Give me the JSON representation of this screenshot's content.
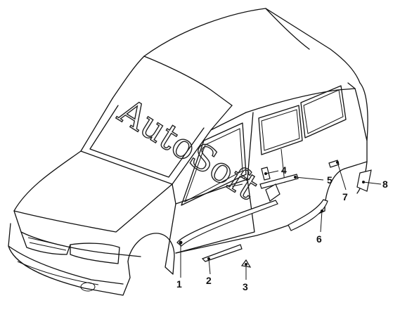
{
  "watermark": "AutoSoft",
  "callouts": [
    {
      "id": 1,
      "label": "1"
    },
    {
      "id": 2,
      "label": "2"
    },
    {
      "id": 3,
      "label": "3"
    },
    {
      "id": 4,
      "label": "4"
    },
    {
      "id": 5,
      "label": "5"
    },
    {
      "id": 6,
      "label": "6"
    },
    {
      "id": 7,
      "label": "7"
    },
    {
      "id": 8,
      "label": "8"
    }
  ]
}
